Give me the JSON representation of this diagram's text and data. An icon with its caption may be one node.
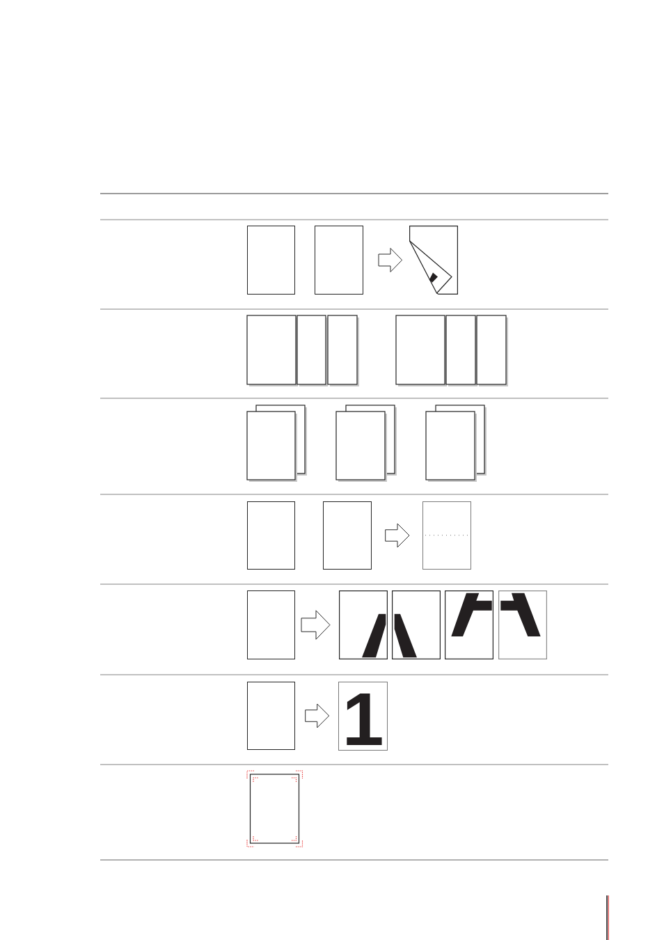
{
  "diagram": {
    "nodes": [
      {
        "text": [],
        "shape": "box"
      },
      {
        "text": [],
        "shape": "box"
      },
      {
        "text": [],
        "shape": "picture"
      },
      {
        "text": [],
        "shape": "box"
      },
      {
        "text": [],
        "shape": "box"
      },
      {
        "text": [],
        "shape": "box"
      },
      {
        "text": [],
        "shape": "box"
      },
      {
        "text": [],
        "shape": "picture"
      },
      {
        "text": [],
        "shape": "picture"
      },
      {
        "text": [],
        "shape": "picture"
      },
      {
        "text": [],
        "shape": "picture"
      },
      {
        "text": [],
        "shape": "box"
      },
      {
        "text": [
          "1"
        ]
      }
    ],
    "edges": [
      {
        "from": 1,
        "to": 2,
        "arrow": "to"
      },
      {
        "from": 4,
        "to": 5,
        "arrow": "to"
      },
      {
        "from": 6,
        "to": 7,
        "arrow": "to"
      },
      {
        "from": 11,
        "to": 12,
        "arrow": "to"
      }
    ]
  }
}
